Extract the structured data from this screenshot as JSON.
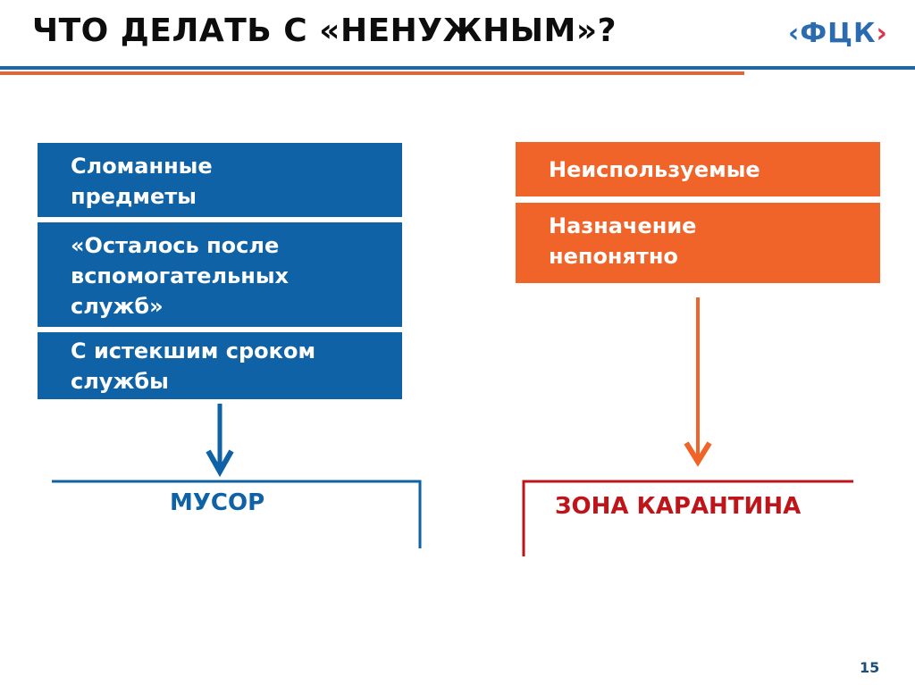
{
  "header": {
    "title": "ЧТО ДЕЛАТЬ С «НЕНУЖНЫМ»?",
    "logo": {
      "left": "‹",
      "text": "ФЦК",
      "right": "›"
    }
  },
  "left_group": {
    "items": [
      "Сломанные предметы",
      "«Осталось после вспомогательных служб»",
      "С истекшим сроком службы"
    ],
    "destination": "МУСОР"
  },
  "right_group": {
    "items": [
      "Неиспользуемые",
      "Назначение непонятно"
    ],
    "destination": "ЗОНА КАРАНТИНА"
  },
  "colors": {
    "blue": "#0e62a5",
    "orange": "#f0642a",
    "red": "#c0141b"
  },
  "footer": {
    "page_number": "15"
  }
}
